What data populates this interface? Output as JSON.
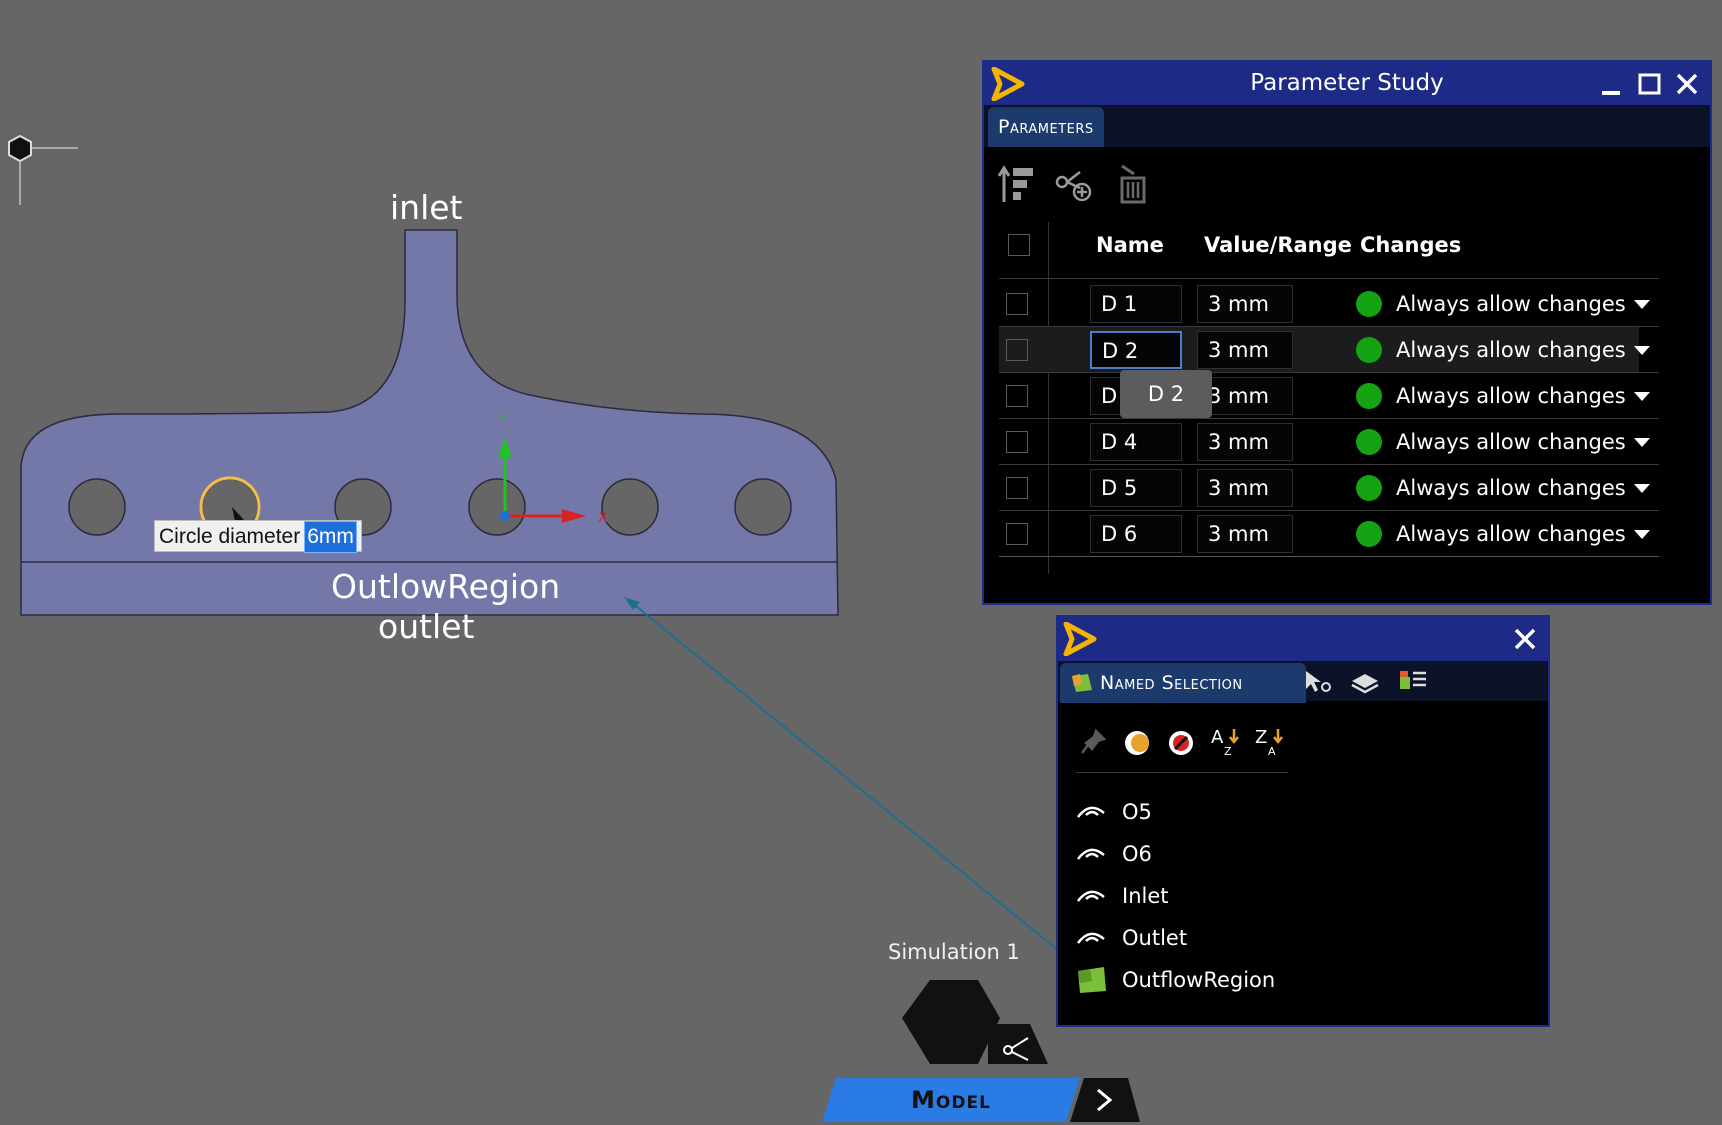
{
  "viewport": {
    "labels": {
      "inlet": "inlet",
      "outflow_region": "OutlowRegion",
      "outlet": "outlet"
    },
    "dimension_tooltip": {
      "label": "Circle diameter",
      "value": "6mm"
    },
    "triad": {
      "x": "X",
      "y": "Y"
    }
  },
  "parameter_study": {
    "title": "Parameter Study",
    "tab": "Parameters",
    "columns": {
      "name": "Name",
      "value": "Value/Range",
      "changes": "Changes"
    },
    "rows": [
      {
        "name": "D 1",
        "value": "3 mm",
        "changes": "Always allow changes"
      },
      {
        "name": "D 2",
        "value": "3 mm",
        "changes": "Always allow changes"
      },
      {
        "name": "D",
        "value": "3 mm",
        "changes": "Always allow changes"
      },
      {
        "name": "D 4",
        "value": "3 mm",
        "changes": "Always allow changes"
      },
      {
        "name": "D 5",
        "value": "3 mm",
        "changes": "Always allow changes"
      },
      {
        "name": "D 6",
        "value": "3 mm",
        "changes": "Always allow changes"
      }
    ],
    "tooltip": "D 2",
    "status_color": "#13a313"
  },
  "named_selection": {
    "tab": "Named Selection",
    "items": [
      "O5",
      "O6",
      "Inlet",
      "Outlet",
      "OutflowRegion"
    ]
  },
  "bottom": {
    "simulation_label": "Simulation 1",
    "model_tab": "Model"
  },
  "colors": {
    "background": "#666666",
    "geometry_fill": "#7478a8",
    "panel_title": "#1d2a86",
    "accent": "#2a7be4",
    "logo": "#f5b400"
  }
}
